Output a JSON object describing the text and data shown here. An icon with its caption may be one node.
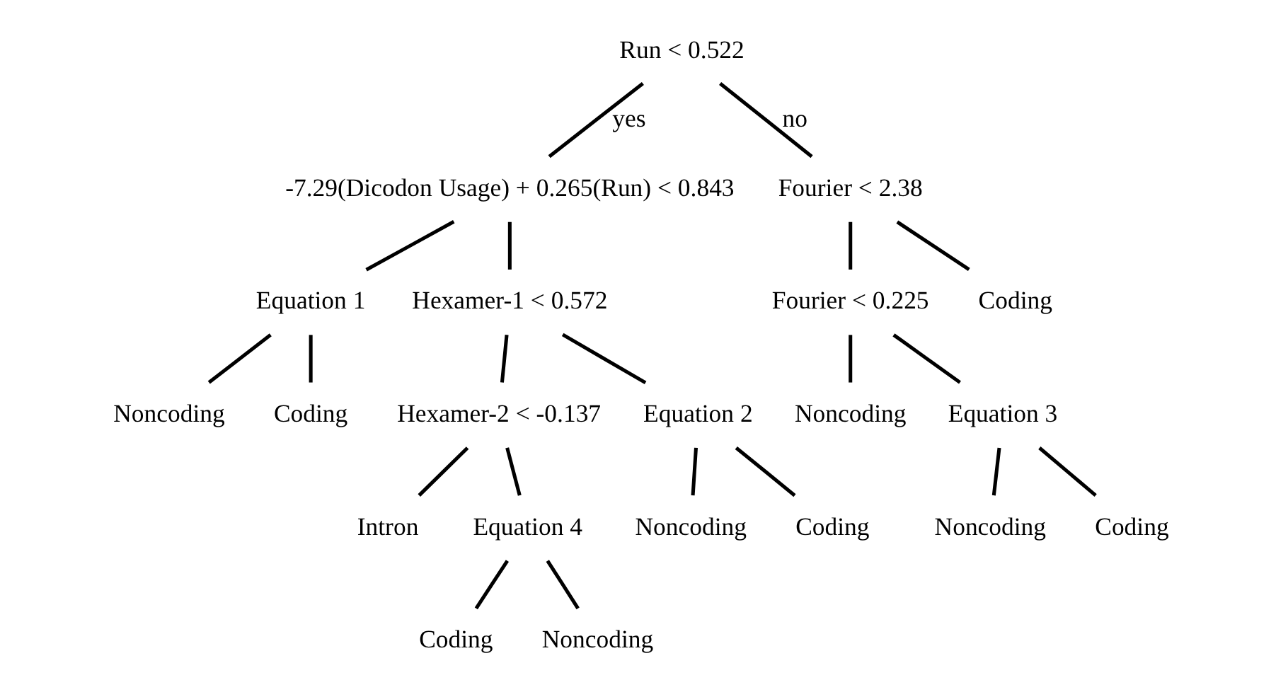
{
  "diagram": {
    "nodes": [
      {
        "text": [
          "Run < 0.522"
        ]
      },
      {
        "text": [
          "-7.29(Dicodon Usage) + 0.265(Run) < 0.843"
        ]
      },
      {
        "text": [
          "Fourier < 2.38"
        ]
      },
      {
        "text": [
          "Equation 1"
        ]
      },
      {
        "text": [
          "Hexamer-1 < 0.572"
        ]
      },
      {
        "text": [
          "Fourier < 0.225"
        ]
      },
      {
        "text": [
          "Coding"
        ]
      },
      {
        "text": [
          "Noncoding"
        ]
      },
      {
        "text": [
          "Coding"
        ]
      },
      {
        "text": [
          "Hexamer-2 < -0.137"
        ]
      },
      {
        "text": [
          "Equation 2"
        ]
      },
      {
        "text": [
          "Noncoding"
        ]
      },
      {
        "text": [
          "Equation 3"
        ]
      },
      {
        "text": [
          "Intron"
        ]
      },
      {
        "text": [
          "Equation 4"
        ]
      },
      {
        "text": [
          "Noncoding"
        ]
      },
      {
        "text": [
          "Coding"
        ]
      },
      {
        "text": [
          "Noncoding"
        ]
      },
      {
        "text": [
          "Coding"
        ]
      },
      {
        "text": [
          "Coding"
        ]
      },
      {
        "text": [
          "Noncoding"
        ]
      }
    ],
    "edges": [
      {
        "from": 0,
        "to": 1,
        "arrow": "none",
        "label": "yes"
      },
      {
        "from": 0,
        "to": 2,
        "arrow": "none",
        "label": "no"
      },
      {
        "from": 1,
        "to": 3,
        "arrow": "none"
      },
      {
        "from": 1,
        "to": 4,
        "arrow": "none"
      },
      {
        "from": 2,
        "to": 5,
        "arrow": "none"
      },
      {
        "from": 2,
        "to": 6,
        "arrow": "none"
      },
      {
        "from": 3,
        "to": 7,
        "arrow": "none"
      },
      {
        "from": 3,
        "to": 8,
        "arrow": "none"
      },
      {
        "from": 4,
        "to": 9,
        "arrow": "none"
      },
      {
        "from": 4,
        "to": 10,
        "arrow": "none"
      },
      {
        "from": 5,
        "to": 11,
        "arrow": "none"
      },
      {
        "from": 5,
        "to": 12,
        "arrow": "none"
      },
      {
        "from": 9,
        "to": 13,
        "arrow": "none"
      },
      {
        "from": 9,
        "to": 14,
        "arrow": "none"
      },
      {
        "from": 10,
        "to": 15,
        "arrow": "none"
      },
      {
        "from": 10,
        "to": 16,
        "arrow": "none"
      },
      {
        "from": 12,
        "to": 17,
        "arrow": "none"
      },
      {
        "from": 12,
        "to": 18,
        "arrow": "none"
      },
      {
        "from": 14,
        "to": 19,
        "arrow": "none"
      },
      {
        "from": 14,
        "to": 20,
        "arrow": "none"
      }
    ]
  }
}
